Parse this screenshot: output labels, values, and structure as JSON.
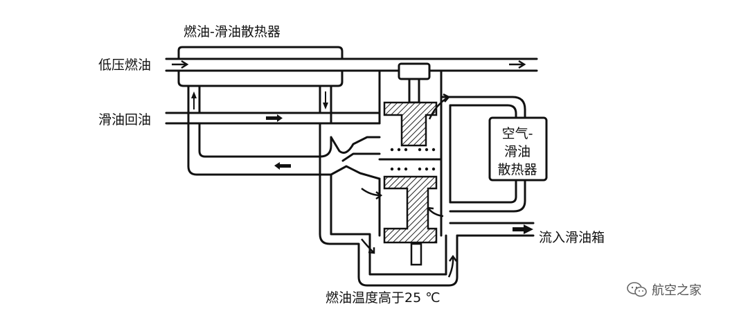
{
  "labels": {
    "fuel_oil_cooler": "燃油-滑油散热器",
    "low_pressure_fuel": "低压燃油",
    "oil_return": "滑油回油",
    "air_oil_cooler": [
      "空气-",
      "滑油",
      "散热器"
    ],
    "to_oil_tank": "流入滑油箱",
    "fuel_temp_condition": "燃油温度高于25 ℃"
  },
  "watermark": {
    "text": "航空之家",
    "icon": "wechat-icon"
  }
}
